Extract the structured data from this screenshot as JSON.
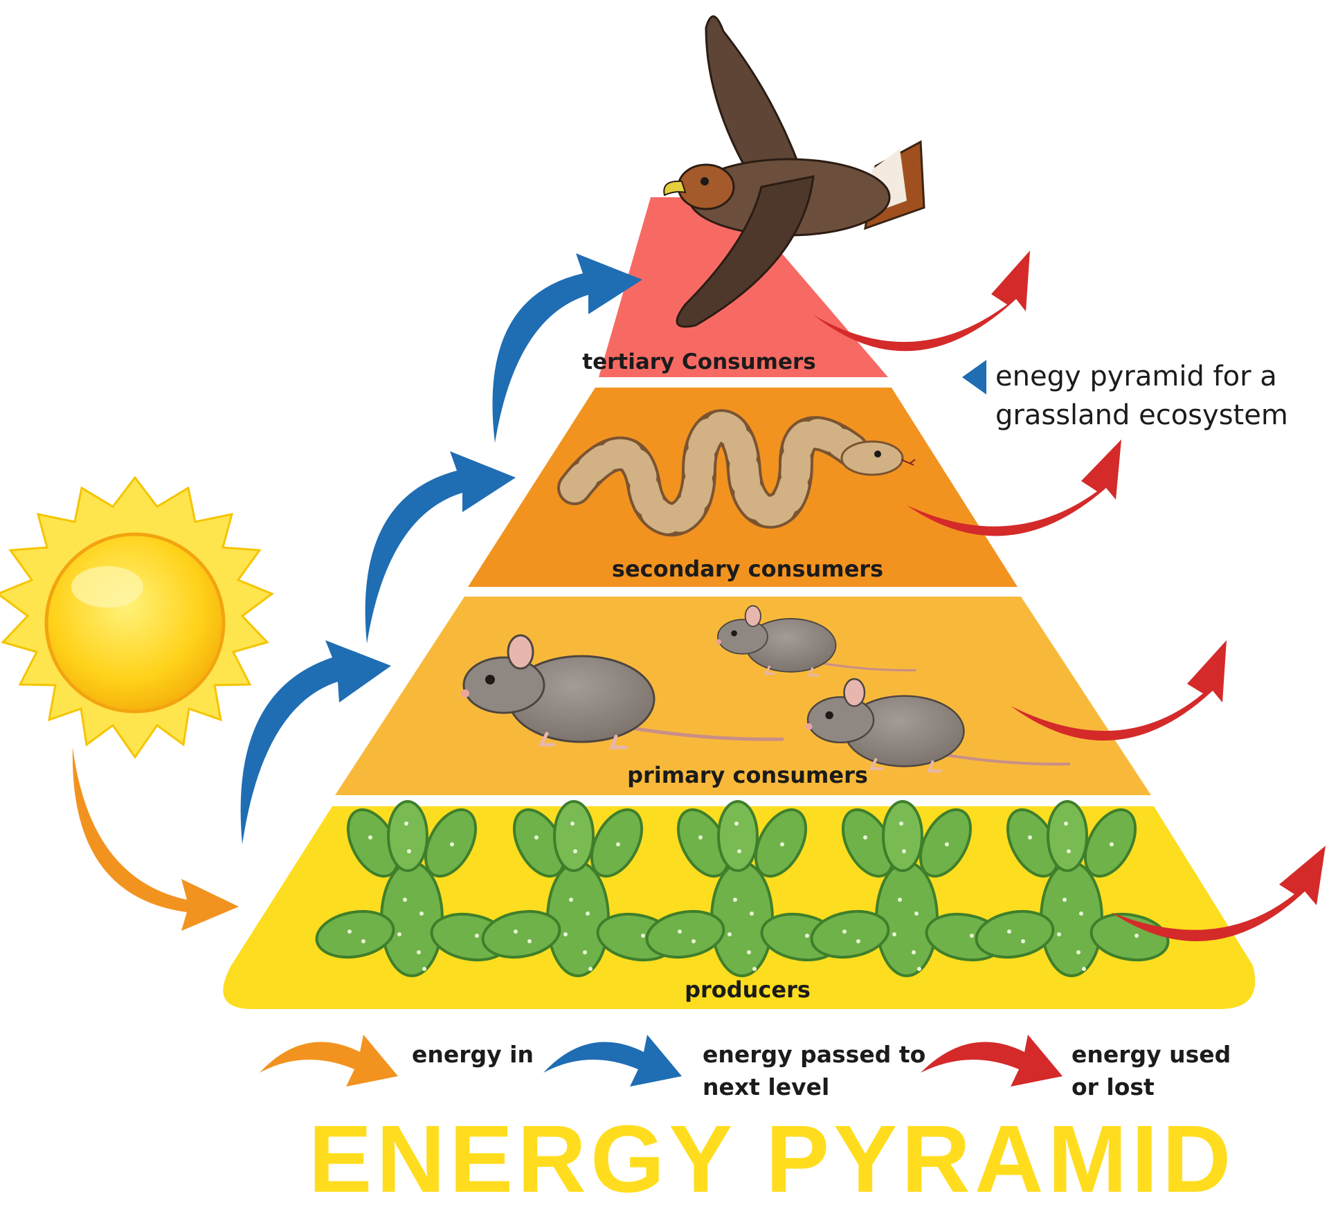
{
  "levels": {
    "tertiary": {
      "label": "tertiary Consumers",
      "color": "#f76a63"
    },
    "secondary": {
      "label": "secondary consumers",
      "color": "#f29320"
    },
    "primary": {
      "label": "primary consumers",
      "color": "#f8b93b"
    },
    "producers": {
      "label": "producers",
      "color": "#fddd1f"
    }
  },
  "note": {
    "line1": "enegy pyramid for a",
    "line2": "grassland ecosystem"
  },
  "legend": {
    "energy_in": "energy in",
    "passed_line1": "energy passed to",
    "passed_line2": "next level",
    "used_line1": "energy used",
    "used_line2": "or lost"
  },
  "title": "ENERGY PYRAMID",
  "colors": {
    "energy_in": "#f29320",
    "energy_passed": "#1f6db3",
    "energy_lost": "#d42a2a",
    "sun": "#ffd21a"
  },
  "icons": [
    "sun-icon",
    "hawk-icon",
    "snake-icon",
    "mouse-icon",
    "cactus-icon"
  ]
}
